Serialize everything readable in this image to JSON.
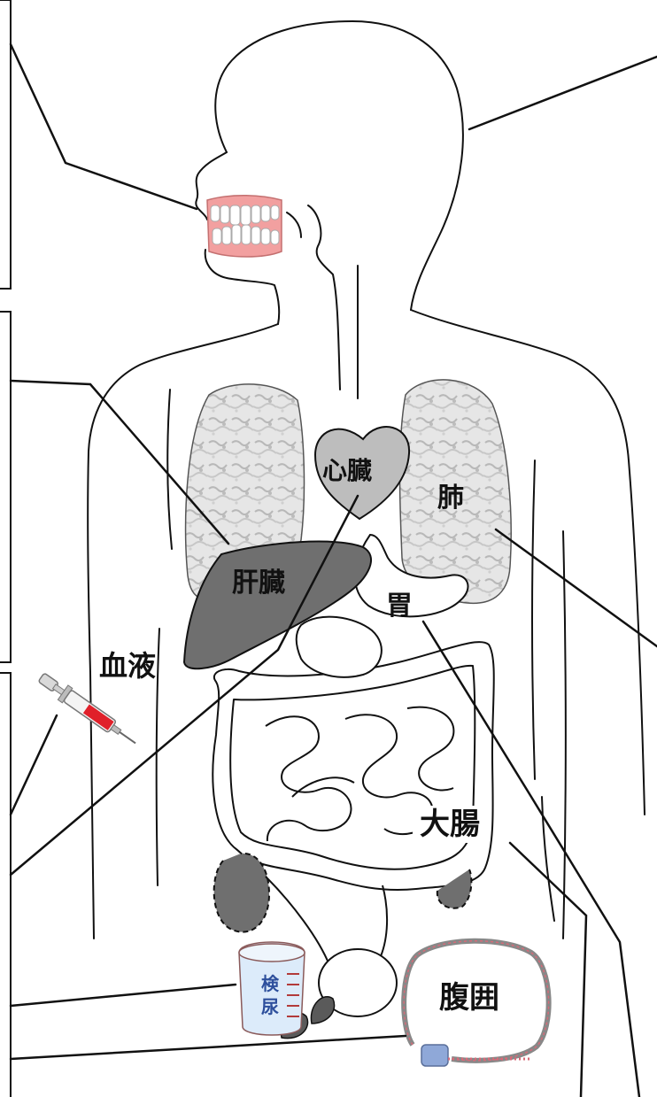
{
  "labels": {
    "heart": "心臓",
    "lung": "肺",
    "liver": "肝臓",
    "stomach": "胃",
    "blood": "血液",
    "large_intestine": "大腸",
    "urine_top": "検",
    "urine_bottom": "尿",
    "waist": "腹囲"
  },
  "colors": {
    "outline": "#111111",
    "heart_fill": "#bdbdbd",
    "liver_fill": "#707070",
    "lung_fill": "#e4e4e4",
    "gums": "#f2a0a0",
    "teeth": "#ffffff",
    "syringe_blood": "#e0202a",
    "cup_liquid": "#dcebfa",
    "cup_marks": "#b23a3a",
    "tape_body": "#8fa8d8",
    "tape_stitch": "#d76a78"
  },
  "icons": [
    "teeth-icon",
    "syringe-icon",
    "urine-cup-icon",
    "measuring-tape-icon"
  ]
}
